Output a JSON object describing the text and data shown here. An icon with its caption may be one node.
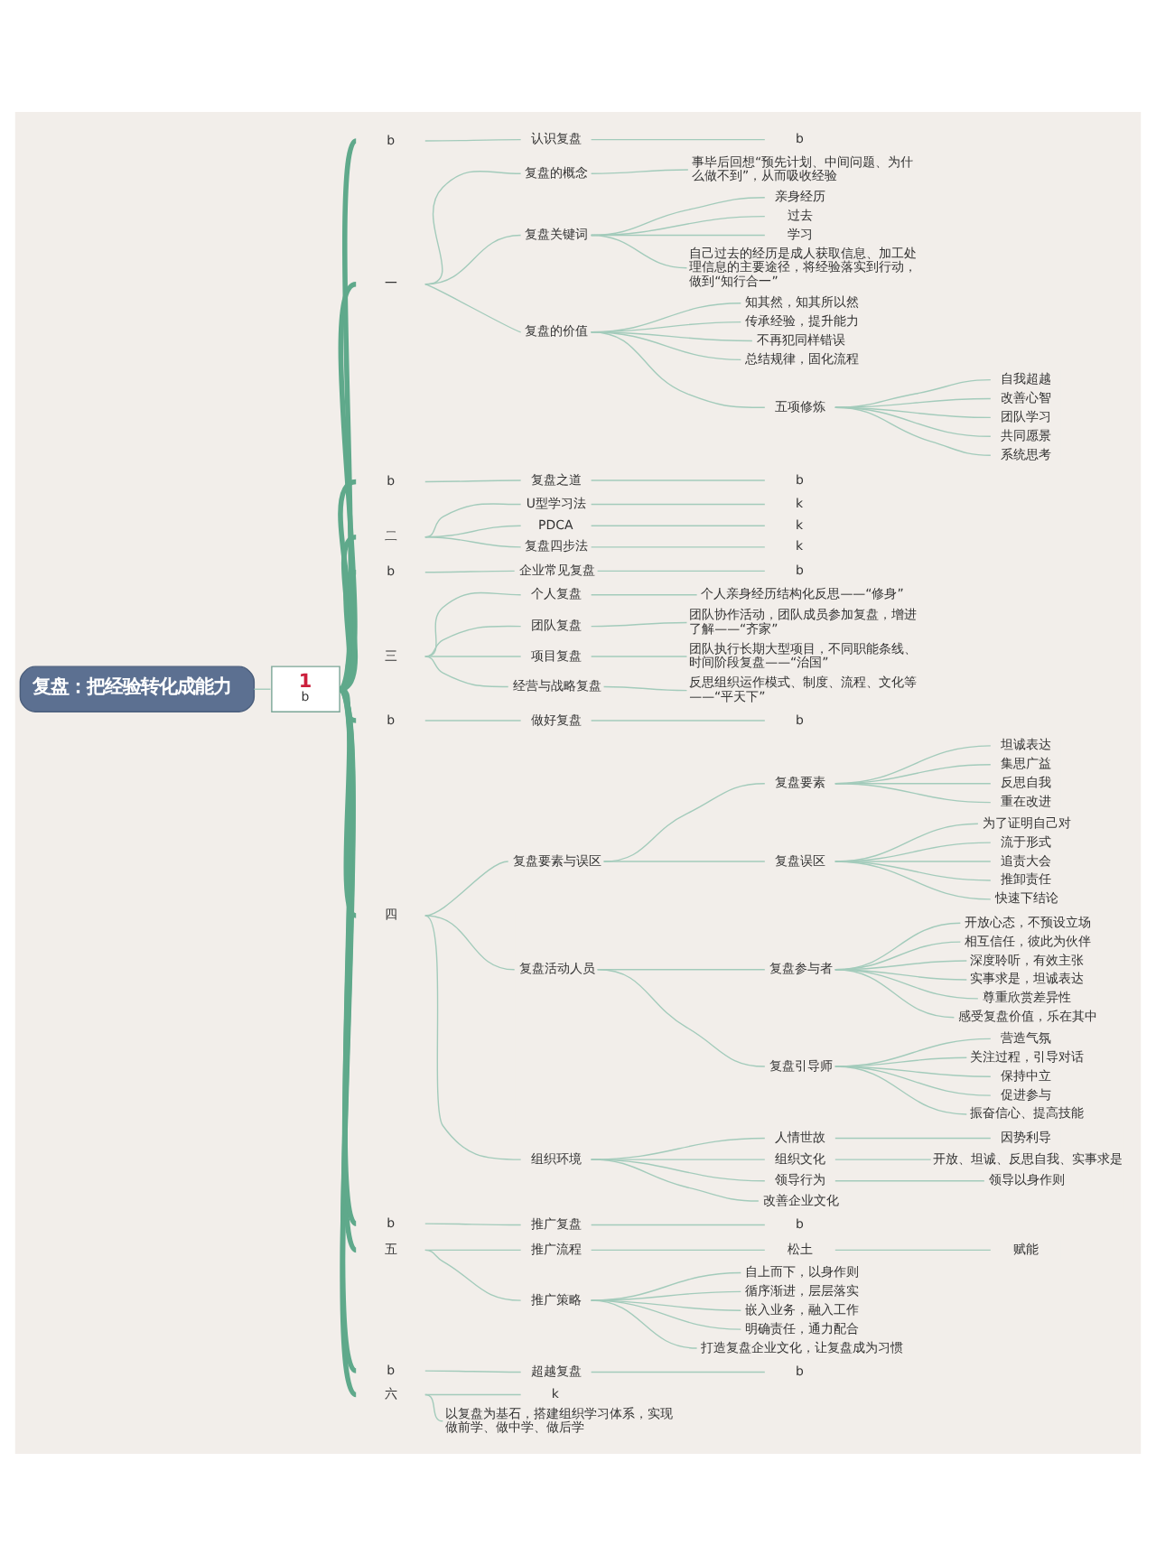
{
  "diagram": {
    "nodes": [
      {
        "text": [
          "复盘：把经验转化成能力"
        ]
      },
      {
        "text": [
          "1",
          "b"
        ]
      },
      {
        "text": [
          "b"
        ]
      },
      {
        "text": [
          "认识复盘"
        ]
      },
      {
        "text": [
          "b"
        ]
      },
      {
        "text": [
          "一"
        ]
      },
      {
        "text": [
          "复盘的概念"
        ]
      },
      {
        "text": [
          "事毕后回想“预先计划、中间问题、为什么做不到”，从而吸收经验"
        ]
      },
      {
        "text": [
          "复盘关键词"
        ]
      },
      {
        "text": [
          "亲身经历"
        ]
      },
      {
        "text": [
          "过去"
        ]
      },
      {
        "text": [
          "学习"
        ]
      },
      {
        "text": [
          "自己过去的经历是成人获取信息、加工处理信息的主要途径，将经验落实到行动，做到“知行合一”"
        ]
      },
      {
        "text": [
          "复盘的价值"
        ]
      },
      {
        "text": [
          "知其然，知其所以然"
        ]
      },
      {
        "text": [
          "传承经验，提升能力"
        ]
      },
      {
        "text": [
          "不再犯同样错误"
        ]
      },
      {
        "text": [
          "总结规律，固化流程"
        ]
      },
      {
        "text": [
          "五项修炼"
        ]
      },
      {
        "text": [
          "自我超越"
        ]
      },
      {
        "text": [
          "改善心智"
        ]
      },
      {
        "text": [
          "团队学习"
        ]
      },
      {
        "text": [
          "共同愿景"
        ]
      },
      {
        "text": [
          "系统思考"
        ]
      },
      {
        "text": [
          "b"
        ]
      },
      {
        "text": [
          "复盘之道"
        ]
      },
      {
        "text": [
          "b"
        ]
      },
      {
        "text": [
          "二"
        ]
      },
      {
        "text": [
          "U型学习法"
        ]
      },
      {
        "text": [
          "k"
        ]
      },
      {
        "text": [
          "PDCA"
        ]
      },
      {
        "text": [
          "k"
        ]
      },
      {
        "text": [
          "复盘四步法"
        ]
      },
      {
        "text": [
          "k"
        ]
      },
      {
        "text": [
          "b"
        ]
      },
      {
        "text": [
          "企业常见复盘"
        ]
      },
      {
        "text": [
          "b"
        ]
      },
      {
        "text": [
          "三"
        ]
      },
      {
        "text": [
          "个人复盘"
        ]
      },
      {
        "text": [
          "个人亲身经历结构化反思——“修身”"
        ]
      },
      {
        "text": [
          "团队复盘"
        ]
      },
      {
        "text": [
          "团队协作活动，团队成员参加复盘，增进了解——“齐家”"
        ]
      },
      {
        "text": [
          "项目复盘"
        ]
      },
      {
        "text": [
          "团队执行长期大型项目，不同职能条线、时间阶段复盘——“治国”"
        ]
      },
      {
        "text": [
          "经营与战略复盘"
        ]
      },
      {
        "text": [
          "反思组织运作模式、制度、流程、文化等——“平天下”"
        ]
      },
      {
        "text": [
          "b"
        ]
      },
      {
        "text": [
          "做好复盘"
        ]
      },
      {
        "text": [
          "b"
        ]
      },
      {
        "text": [
          "四"
        ]
      },
      {
        "text": [
          "复盘要素与误区"
        ]
      },
      {
        "text": [
          "复盘要素"
        ]
      },
      {
        "text": [
          "坦诚表达"
        ]
      },
      {
        "text": [
          "集思广益"
        ]
      },
      {
        "text": [
          "反思自我"
        ]
      },
      {
        "text": [
          "重在改进"
        ]
      },
      {
        "text": [
          "复盘误区"
        ]
      },
      {
        "text": [
          "为了证明自己对"
        ]
      },
      {
        "text": [
          "流于形式"
        ]
      },
      {
        "text": [
          "追责大会"
        ]
      },
      {
        "text": [
          "推卸责任"
        ]
      },
      {
        "text": [
          "快速下结论"
        ]
      },
      {
        "text": [
          "复盘活动人员"
        ]
      },
      {
        "text": [
          "复盘参与者"
        ]
      },
      {
        "text": [
          "开放心态，不预设立场"
        ]
      },
      {
        "text": [
          "相互信任，彼此为伙伴"
        ]
      },
      {
        "text": [
          "深度聆听，有效主张"
        ]
      },
      {
        "text": [
          "实事求是，坦诚表达"
        ]
      },
      {
        "text": [
          "尊重欣赏差异性"
        ]
      },
      {
        "text": [
          "感受复盘价值，乐在其中"
        ]
      },
      {
        "text": [
          "复盘引导师"
        ]
      },
      {
        "text": [
          "营造气氛"
        ]
      },
      {
        "text": [
          "关注过程，引导对话"
        ]
      },
      {
        "text": [
          "保持中立"
        ]
      },
      {
        "text": [
          "促进参与"
        ]
      },
      {
        "text": [
          "振奋信心、提高技能"
        ]
      },
      {
        "text": [
          "组织环境"
        ]
      },
      {
        "text": [
          "人情世故"
        ]
      },
      {
        "text": [
          "因势利导"
        ]
      },
      {
        "text": [
          "组织文化"
        ]
      },
      {
        "text": [
          "开放、坦诚、反思自我、实事求是"
        ]
      },
      {
        "text": [
          "领导行为"
        ]
      },
      {
        "text": [
          "领导以身作则"
        ]
      },
      {
        "text": [
          "改善企业文化"
        ]
      },
      {
        "text": [
          "b"
        ]
      },
      {
        "text": [
          "推广复盘"
        ]
      },
      {
        "text": [
          "b"
        ]
      },
      {
        "text": [
          "五"
        ]
      },
      {
        "text": [
          "推广流程"
        ]
      },
      {
        "text": [
          "松土"
        ]
      },
      {
        "text": [
          "赋能"
        ]
      },
      {
        "text": [
          "推广策略"
        ]
      },
      {
        "text": [
          "自上而下，以身作则"
        ]
      },
      {
        "text": [
          "循序渐进，层层落实"
        ]
      },
      {
        "text": [
          "嵌入业务，融入工作"
        ]
      },
      {
        "text": [
          "明确责任，通力配合"
        ]
      },
      {
        "text": [
          "打造复盘企业文化，让复盘成为习惯"
        ]
      },
      {
        "text": [
          "b"
        ]
      },
      {
        "text": [
          "超越复盘"
        ]
      },
      {
        "text": [
          "b"
        ]
      },
      {
        "text": [
          "六"
        ]
      },
      {
        "text": [
          "k"
        ]
      },
      {
        "text": [
          "以复盘为基石，搭建组织学习体系，实现做前学、做中学、做后学"
        ]
      }
    ],
    "edges": [
      {
        "from": 0,
        "to": 1,
        "arrow": "none"
      },
      {
        "from": 1,
        "to": 2,
        "arrow": "none",
        "style": "thick",
        "color": "#5fa98b"
      },
      {
        "from": 2,
        "to": 3,
        "arrow": "none"
      },
      {
        "from": 3,
        "to": 4,
        "arrow": "none"
      },
      {
        "from": 1,
        "to": 5,
        "arrow": "none",
        "style": "thick",
        "color": "#5fa98b"
      },
      {
        "from": 5,
        "to": 6,
        "arrow": "none"
      },
      {
        "from": 6,
        "to": 7,
        "arrow": "none"
      },
      {
        "from": 5,
        "to": 8,
        "arrow": "none"
      },
      {
        "from": 8,
        "to": 9,
        "arrow": "none"
      },
      {
        "from": 8,
        "to": 10,
        "arrow": "none"
      },
      {
        "from": 8,
        "to": 11,
        "arrow": "none"
      },
      {
        "from": 8,
        "to": 12,
        "arrow": "none"
      },
      {
        "from": 5,
        "to": 13,
        "arrow": "none"
      },
      {
        "from": 13,
        "to": 14,
        "arrow": "none"
      },
      {
        "from": 13,
        "to": 15,
        "arrow": "none"
      },
      {
        "from": 13,
        "to": 16,
        "arrow": "none"
      },
      {
        "from": 13,
        "to": 17,
        "arrow": "none"
      },
      {
        "from": 13,
        "to": 18,
        "arrow": "none"
      },
      {
        "from": 18,
        "to": 19,
        "arrow": "none"
      },
      {
        "from": 18,
        "to": 20,
        "arrow": "none"
      },
      {
        "from": 18,
        "to": 21,
        "arrow": "none"
      },
      {
        "from": 18,
        "to": 22,
        "arrow": "none"
      },
      {
        "from": 18,
        "to": 23,
        "arrow": "none"
      },
      {
        "from": 1,
        "to": 24,
        "arrow": "none",
        "style": "thick",
        "color": "#5fa98b"
      },
      {
        "from": 24,
        "to": 25,
        "arrow": "none"
      },
      {
        "from": 25,
        "to": 26,
        "arrow": "none"
      },
      {
        "from": 1,
        "to": 27,
        "arrow": "none",
        "style": "thick",
        "color": "#5fa98b"
      },
      {
        "from": 27,
        "to": 28,
        "arrow": "none"
      },
      {
        "from": 28,
        "to": 29,
        "arrow": "none"
      },
      {
        "from": 27,
        "to": 30,
        "arrow": "none"
      },
      {
        "from": 30,
        "to": 31,
        "arrow": "none"
      },
      {
        "from": 27,
        "to": 32,
        "arrow": "none"
      },
      {
        "from": 32,
        "to": 33,
        "arrow": "none"
      },
      {
        "from": 1,
        "to": 34,
        "arrow": "none",
        "style": "thick",
        "color": "#5fa98b"
      },
      {
        "from": 34,
        "to": 35,
        "arrow": "none"
      },
      {
        "from": 35,
        "to": 36,
        "arrow": "none"
      },
      {
        "from": 1,
        "to": 37,
        "arrow": "none",
        "style": "thick",
        "color": "#5fa98b"
      },
      {
        "from": 37,
        "to": 38,
        "arrow": "none"
      },
      {
        "from": 38,
        "to": 39,
        "arrow": "none"
      },
      {
        "from": 37,
        "to": 40,
        "arrow": "none"
      },
      {
        "from": 40,
        "to": 41,
        "arrow": "none"
      },
      {
        "from": 37,
        "to": 42,
        "arrow": "none"
      },
      {
        "from": 42,
        "to": 43,
        "arrow": "none"
      },
      {
        "from": 37,
        "to": 44,
        "arrow": "none"
      },
      {
        "from": 44,
        "to": 45,
        "arrow": "none"
      },
      {
        "from": 1,
        "to": 46,
        "arrow": "none",
        "style": "thick",
        "color": "#5fa98b"
      },
      {
        "from": 46,
        "to": 47,
        "arrow": "none"
      },
      {
        "from": 47,
        "to": 48,
        "arrow": "none"
      },
      {
        "from": 1,
        "to": 49,
        "arrow": "none",
        "style": "thick",
        "color": "#5fa98b"
      },
      {
        "from": 49,
        "to": 50,
        "arrow": "none"
      },
      {
        "from": 50,
        "to": 51,
        "arrow": "none"
      },
      {
        "from": 51,
        "to": 52,
        "arrow": "none"
      },
      {
        "from": 51,
        "to": 53,
        "arrow": "none"
      },
      {
        "from": 51,
        "to": 54,
        "arrow": "none"
      },
      {
        "from": 51,
        "to": 55,
        "arrow": "none"
      },
      {
        "from": 50,
        "to": 56,
        "arrow": "none"
      },
      {
        "from": 56,
        "to": 57,
        "arrow": "none"
      },
      {
        "from": 56,
        "to": 58,
        "arrow": "none"
      },
      {
        "from": 56,
        "to": 59,
        "arrow": "none"
      },
      {
        "from": 56,
        "to": 60,
        "arrow": "none"
      },
      {
        "from": 56,
        "to": 61,
        "arrow": "none"
      },
      {
        "from": 49,
        "to": 62,
        "arrow": "none"
      },
      {
        "from": 62,
        "to": 63,
        "arrow": "none"
      },
      {
        "from": 63,
        "to": 64,
        "arrow": "none"
      },
      {
        "from": 63,
        "to": 65,
        "arrow": "none"
      },
      {
        "from": 63,
        "to": 66,
        "arrow": "none"
      },
      {
        "from": 63,
        "to": 67,
        "arrow": "none"
      },
      {
        "from": 63,
        "to": 68,
        "arrow": "none"
      },
      {
        "from": 63,
        "to": 69,
        "arrow": "none"
      },
      {
        "from": 62,
        "to": 70,
        "arrow": "none"
      },
      {
        "from": 70,
        "to": 71,
        "arrow": "none"
      },
      {
        "from": 70,
        "to": 72,
        "arrow": "none"
      },
      {
        "from": 70,
        "to": 73,
        "arrow": "none"
      },
      {
        "from": 70,
        "to": 74,
        "arrow": "none"
      },
      {
        "from": 70,
        "to": 75,
        "arrow": "none"
      },
      {
        "from": 49,
        "to": 76,
        "arrow": "none"
      },
      {
        "from": 76,
        "to": 77,
        "arrow": "none"
      },
      {
        "from": 77,
        "to": 78,
        "arrow": "none"
      },
      {
        "from": 76,
        "to": 79,
        "arrow": "none"
      },
      {
        "from": 79,
        "to": 80,
        "arrow": "none"
      },
      {
        "from": 76,
        "to": 81,
        "arrow": "none"
      },
      {
        "from": 81,
        "to": 82,
        "arrow": "none"
      },
      {
        "from": 76,
        "to": 83,
        "arrow": "none"
      },
      {
        "from": 1,
        "to": 84,
        "arrow": "none",
        "style": "thick",
        "color": "#5fa98b"
      },
      {
        "from": 84,
        "to": 85,
        "arrow": "none"
      },
      {
        "from": 85,
        "to": 86,
        "arrow": "none"
      },
      {
        "from": 1,
        "to": 87,
        "arrow": "none",
        "style": "thick",
        "color": "#5fa98b"
      },
      {
        "from": 87,
        "to": 88,
        "arrow": "none"
      },
      {
        "from": 88,
        "to": 89,
        "arrow": "none"
      },
      {
        "from": 89,
        "to": 90,
        "arrow": "none"
      },
      {
        "from": 87,
        "to": 91,
        "arrow": "none"
      },
      {
        "from": 91,
        "to": 92,
        "arrow": "none"
      },
      {
        "from": 91,
        "to": 93,
        "arrow": "none"
      },
      {
        "from": 91,
        "to": 94,
        "arrow": "none"
      },
      {
        "from": 91,
        "to": 95,
        "arrow": "none"
      },
      {
        "from": 91,
        "to": 96,
        "arrow": "none"
      },
      {
        "from": 1,
        "to": 97,
        "arrow": "none",
        "style": "thick",
        "color": "#5fa98b"
      },
      {
        "from": 97,
        "to": 98,
        "arrow": "none"
      },
      {
        "from": 98,
        "to": 99,
        "arrow": "none"
      },
      {
        "from": 1,
        "to": 100,
        "arrow": "none",
        "style": "thick",
        "color": "#5fa98b"
      },
      {
        "from": 100,
        "to": 101,
        "arrow": "none"
      },
      {
        "from": 100,
        "to": 102,
        "arrow": "none"
      }
    ]
  }
}
